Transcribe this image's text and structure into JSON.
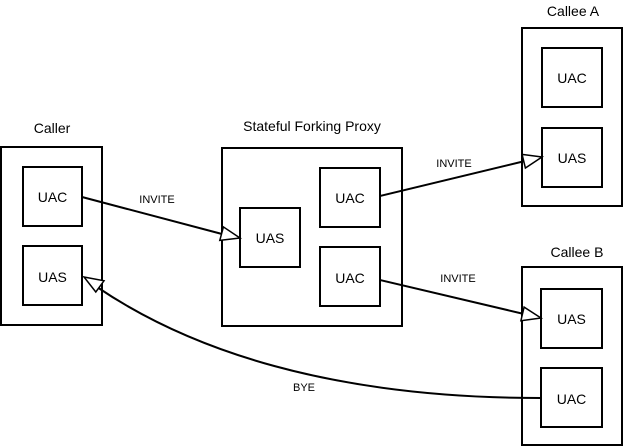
{
  "nodes": {
    "caller": {
      "title": "Caller",
      "uac": "UAC",
      "uas": "UAS"
    },
    "proxy": {
      "title": "Stateful Forking Proxy",
      "uas": "UAS",
      "uac_top": "UAC",
      "uac_bottom": "UAC"
    },
    "callee_a": {
      "title": "Callee A",
      "uac": "UAC",
      "uas": "UAS"
    },
    "callee_b": {
      "title": "Callee B",
      "uas": "UAS",
      "uac": "UAC"
    }
  },
  "edges": {
    "caller_to_proxy": "INVITE",
    "proxy_to_callee_a": "INVITE",
    "proxy_to_callee_b": "INVITE",
    "callee_b_to_caller": "BYE"
  }
}
